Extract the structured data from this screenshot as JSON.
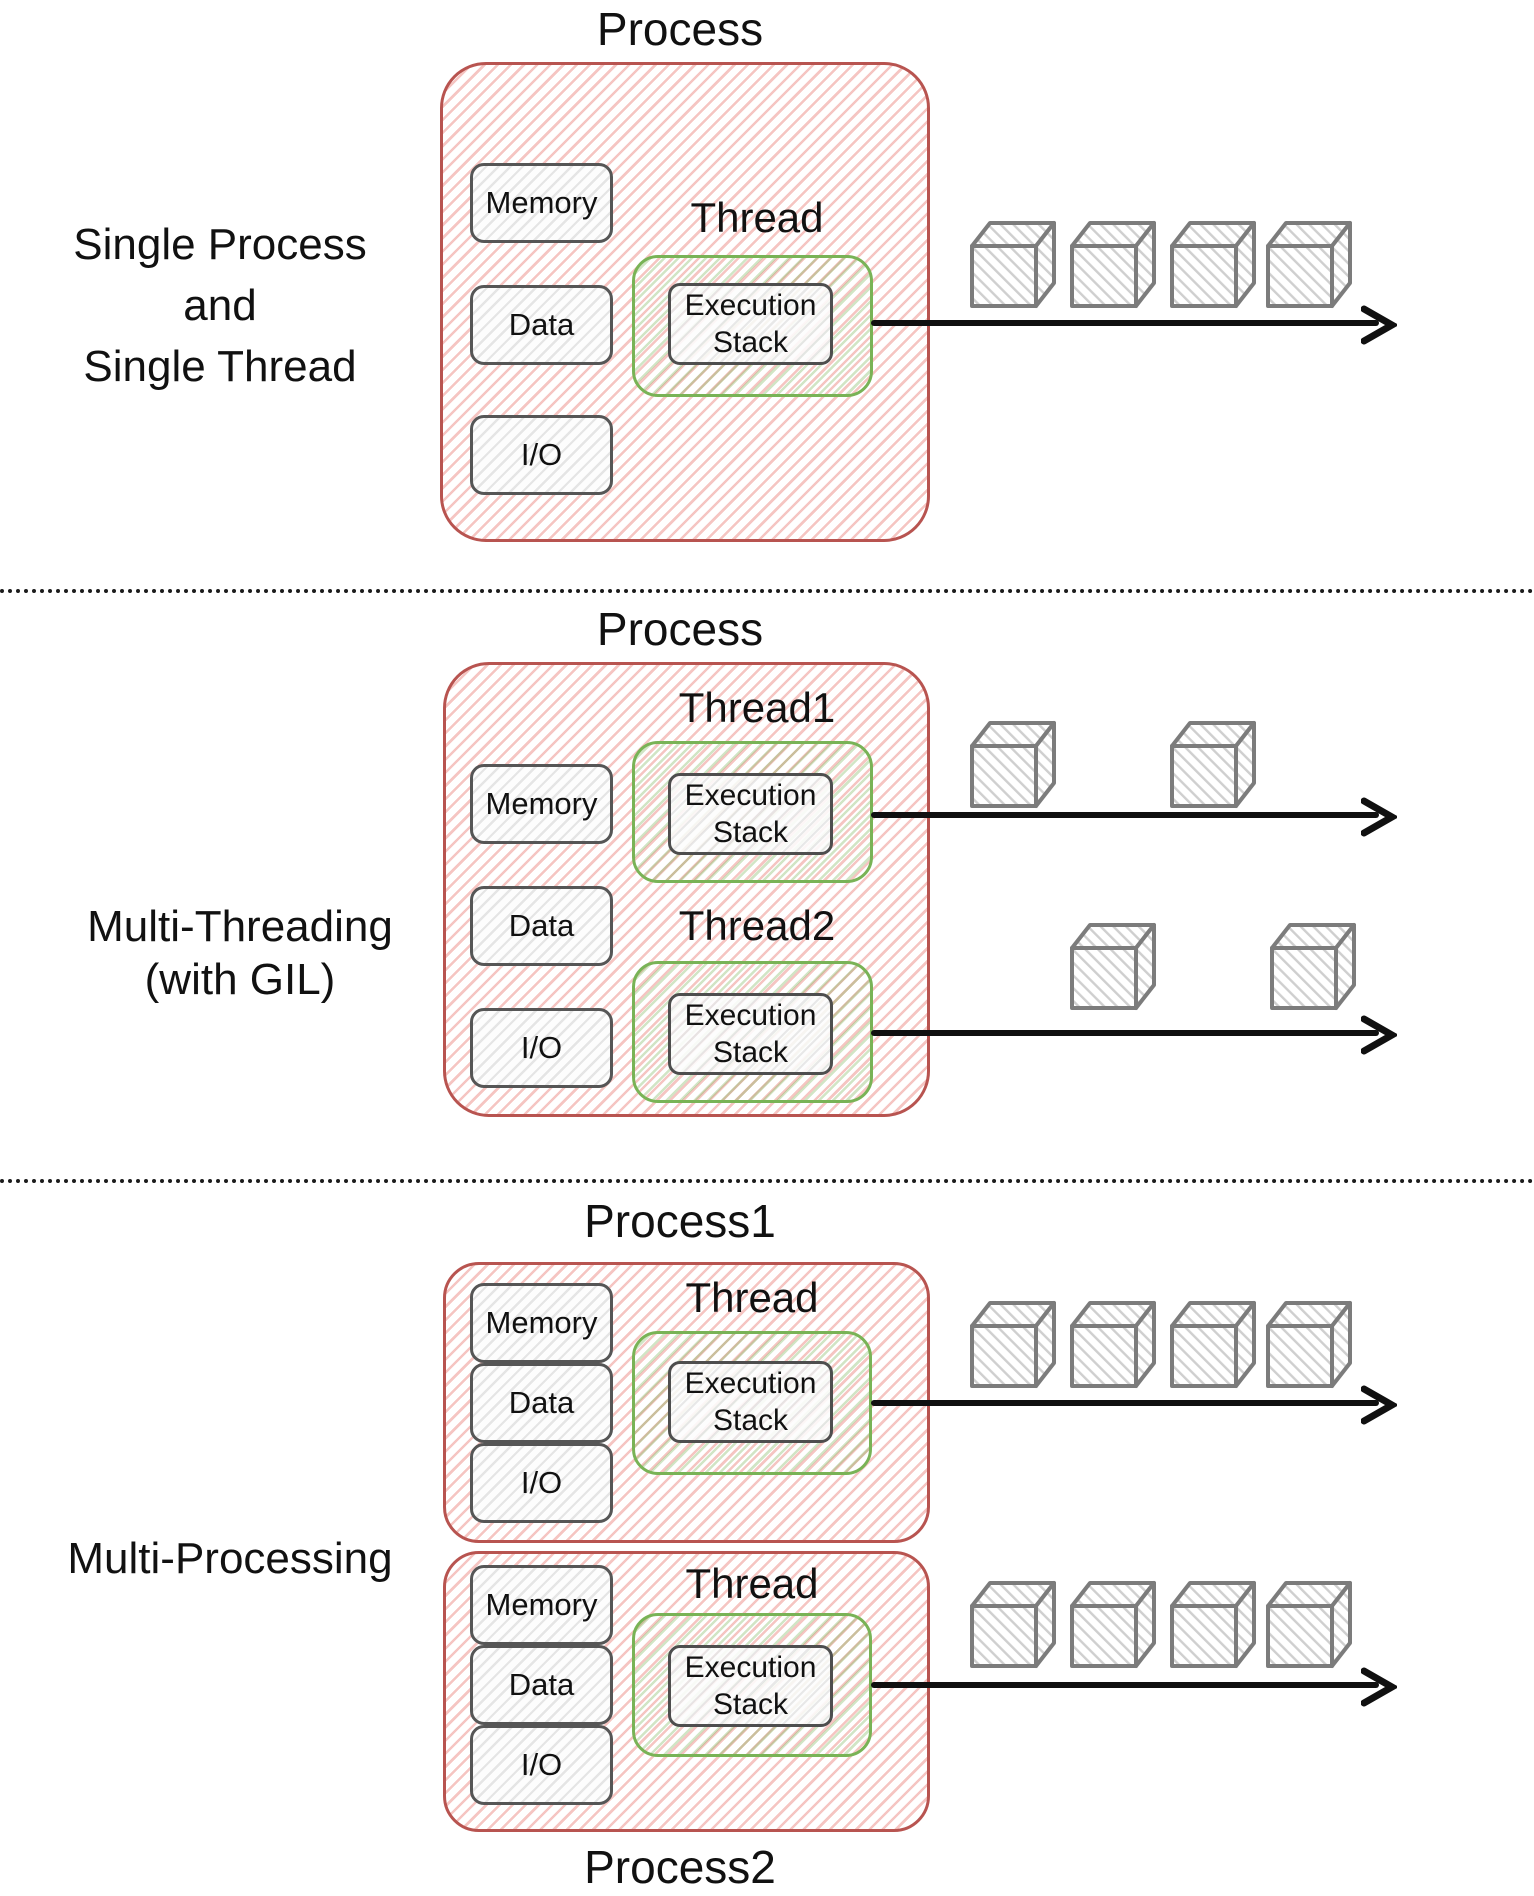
{
  "colors": {
    "process_border": "#b85450",
    "process_hatch": "#e8756d",
    "thread_border": "#79b356",
    "resource_border": "#565656",
    "arrow": "#101010",
    "text": "#111111"
  },
  "icons": {
    "cube": "execution-block-cube",
    "arrowhead": "right-arrowhead"
  },
  "sections": [
    {
      "id": "single-process-single-thread",
      "side_lines": [
        "Single Process",
        "and",
        "Single Thread"
      ],
      "processes": [
        {
          "title": "Process",
          "resources": [
            "Memory",
            "Data",
            "I/O"
          ],
          "threads": [
            {
              "label": "Thread",
              "stack_lines": [
                "Execution",
                "Stack"
              ],
              "cubes": 4
            }
          ]
        }
      ]
    },
    {
      "id": "multi-threading-with-gil",
      "side_lines": [
        "Multi-Threading",
        "(with GIL)"
      ],
      "processes": [
        {
          "title": "Process",
          "resources": [
            "Memory",
            "Data",
            "I/O"
          ],
          "threads": [
            {
              "label": "Thread1",
              "stack_lines": [
                "Execution",
                "Stack"
              ],
              "cubes": 2
            },
            {
              "label": "Thread2",
              "stack_lines": [
                "Execution",
                "Stack"
              ],
              "cubes": 2
            }
          ]
        }
      ]
    },
    {
      "id": "multi-processing",
      "side_lines": [
        "Multi-Processing"
      ],
      "processes": [
        {
          "title": "Process1",
          "resources": [
            "Memory",
            "Data",
            "I/O"
          ],
          "threads": [
            {
              "label": "Thread",
              "stack_lines": [
                "Execution",
                "Stack"
              ],
              "cubes": 4
            }
          ]
        },
        {
          "title": "Process2",
          "resources": [
            "Memory",
            "Data",
            "I/O"
          ],
          "threads": [
            {
              "label": "Thread",
              "stack_lines": [
                "Execution",
                "Stack"
              ],
              "cubes": 4
            }
          ]
        }
      ]
    }
  ]
}
